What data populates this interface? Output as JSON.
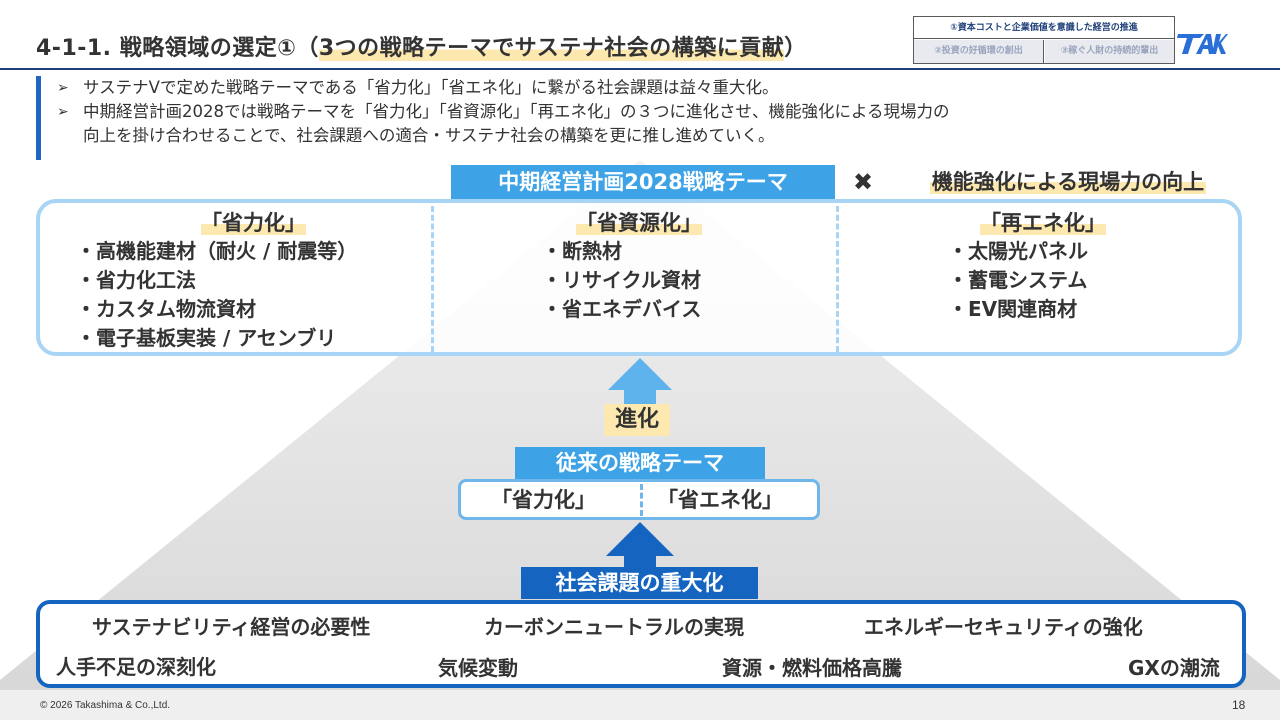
{
  "title": {
    "prefix": "4-1-1. 戦略領域の選定①（",
    "highlight": "3つの戦略テーマでサステナ社会の構築に貢献",
    "suffix": "）"
  },
  "badges": {
    "top": "①資本コストと企業価値を意識した経営の推進",
    "bottom_left": "②投資の好循環の創出",
    "bottom_right": "③稼ぐ人財の持続的輩出"
  },
  "logo_text": "TAK",
  "intro": [
    "サステナVで定めた戦略テーマである「省力化」「省エネ化」に繋がる社会課題は益々重大化。",
    "中期経営計画2028では戦略テーマを「省力化」「省資源化」「再エネ化」の３つに進化させ、機能強化による現場力の",
    "向上を掛け合わせることで、社会課題への適合・サステナ社会の構築を更に推し進めていく。"
  ],
  "intro_bullet": "➢",
  "themes_header": "中期経営計画2028戦略テーマ",
  "cross_mark": "✖",
  "function_header": "機能強化による現場力の向上",
  "themes": [
    {
      "title": "「省力化」",
      "items": [
        "・高機能建材（耐火 / 耐震等）",
        "・省力化工法",
        "・カスタム物流資材",
        "・電子基板実装 / アセンブリ"
      ]
    },
    {
      "title": "「省資源化」",
      "items": [
        "・断熱材",
        "・リサイクル資材",
        "・省エネデバイス"
      ]
    },
    {
      "title": "「再エネ化」",
      "items": [
        "・太陽光パネル",
        "・蓄電システム",
        "・EV関連商材"
      ]
    }
  ],
  "evolution_label": "進化",
  "old_themes_header": "従来の戦略テーマ",
  "old_themes": [
    "「省力化」",
    "「省エネ化」"
  ],
  "issues_header": "社会課題の重大化",
  "issues_row1": [
    "サステナビリティ経営の必要性",
    "カーボンニュートラルの実現",
    "エネルギーセキュリティの強化"
  ],
  "issues_row2": [
    "人手不足の深刻化",
    "気候変動",
    "資源・燃料価格高騰",
    "GXの潮流"
  ],
  "footer": {
    "copyright": "© 2026  Takashima & Co.,Ltd.",
    "page_number": "18"
  },
  "colors": {
    "accent_light_blue": "#3ea3e6",
    "accent_dark_blue": "#1565c0",
    "box_border_light": "#a8d4f5",
    "highlight_yellow": "#fde9b0",
    "pyramid_gray": "#d9d9d9"
  }
}
